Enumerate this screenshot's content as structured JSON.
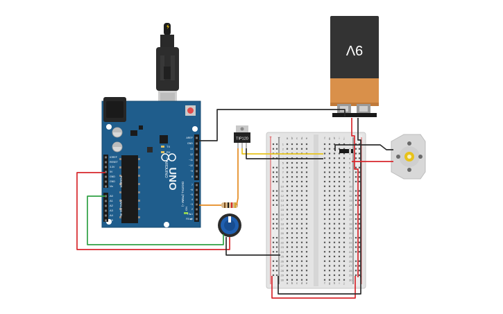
{
  "battery": {
    "label": "9V"
  },
  "transistor": {
    "label": "TIP120"
  },
  "arduino": {
    "brand": "UNO",
    "subbrand": "ARDUINO",
    "power_header": "POWER",
    "analog_header": "ANALOG IN",
    "digital_header": "DIGITAL (PWM ~)",
    "power_pins": [
      "IOREF",
      "RESET",
      "3.3V",
      "5V",
      "GND",
      "GND",
      "Vin"
    ],
    "analog_pins": [
      "A0",
      "A1",
      "A2",
      "A3",
      "A4",
      "A5"
    ],
    "digital_top_pins": [
      "AREF",
      "GND",
      "13",
      "12",
      "~11",
      "~10",
      "~9",
      "8"
    ],
    "digital_bottom_pins": [
      "7",
      "~6",
      "~5",
      "4",
      "~3",
      "2",
      "TX▸1",
      "RX◀0"
    ],
    "on_label": "ON",
    "tx_label": "TX",
    "rx_label": "RX",
    "l_label": "L"
  },
  "breadboard": {
    "col_letters_left": [
      "a",
      "b",
      "c",
      "d",
      "e"
    ],
    "col_letters_right": [
      "f",
      "g",
      "h",
      "i",
      "j"
    ],
    "row_count": 30,
    "rail_plus": "+",
    "rail_minus": "−"
  },
  "colors": {
    "wire_red": "#d7262b",
    "wire_black": "#2b2b2b",
    "wire_green": "#2ea043",
    "wire_orange": "#e58a1f",
    "wire_yellow": "#e8c31a",
    "arduino_blue": "#1f5d8c",
    "board": "#e6e6e6"
  }
}
